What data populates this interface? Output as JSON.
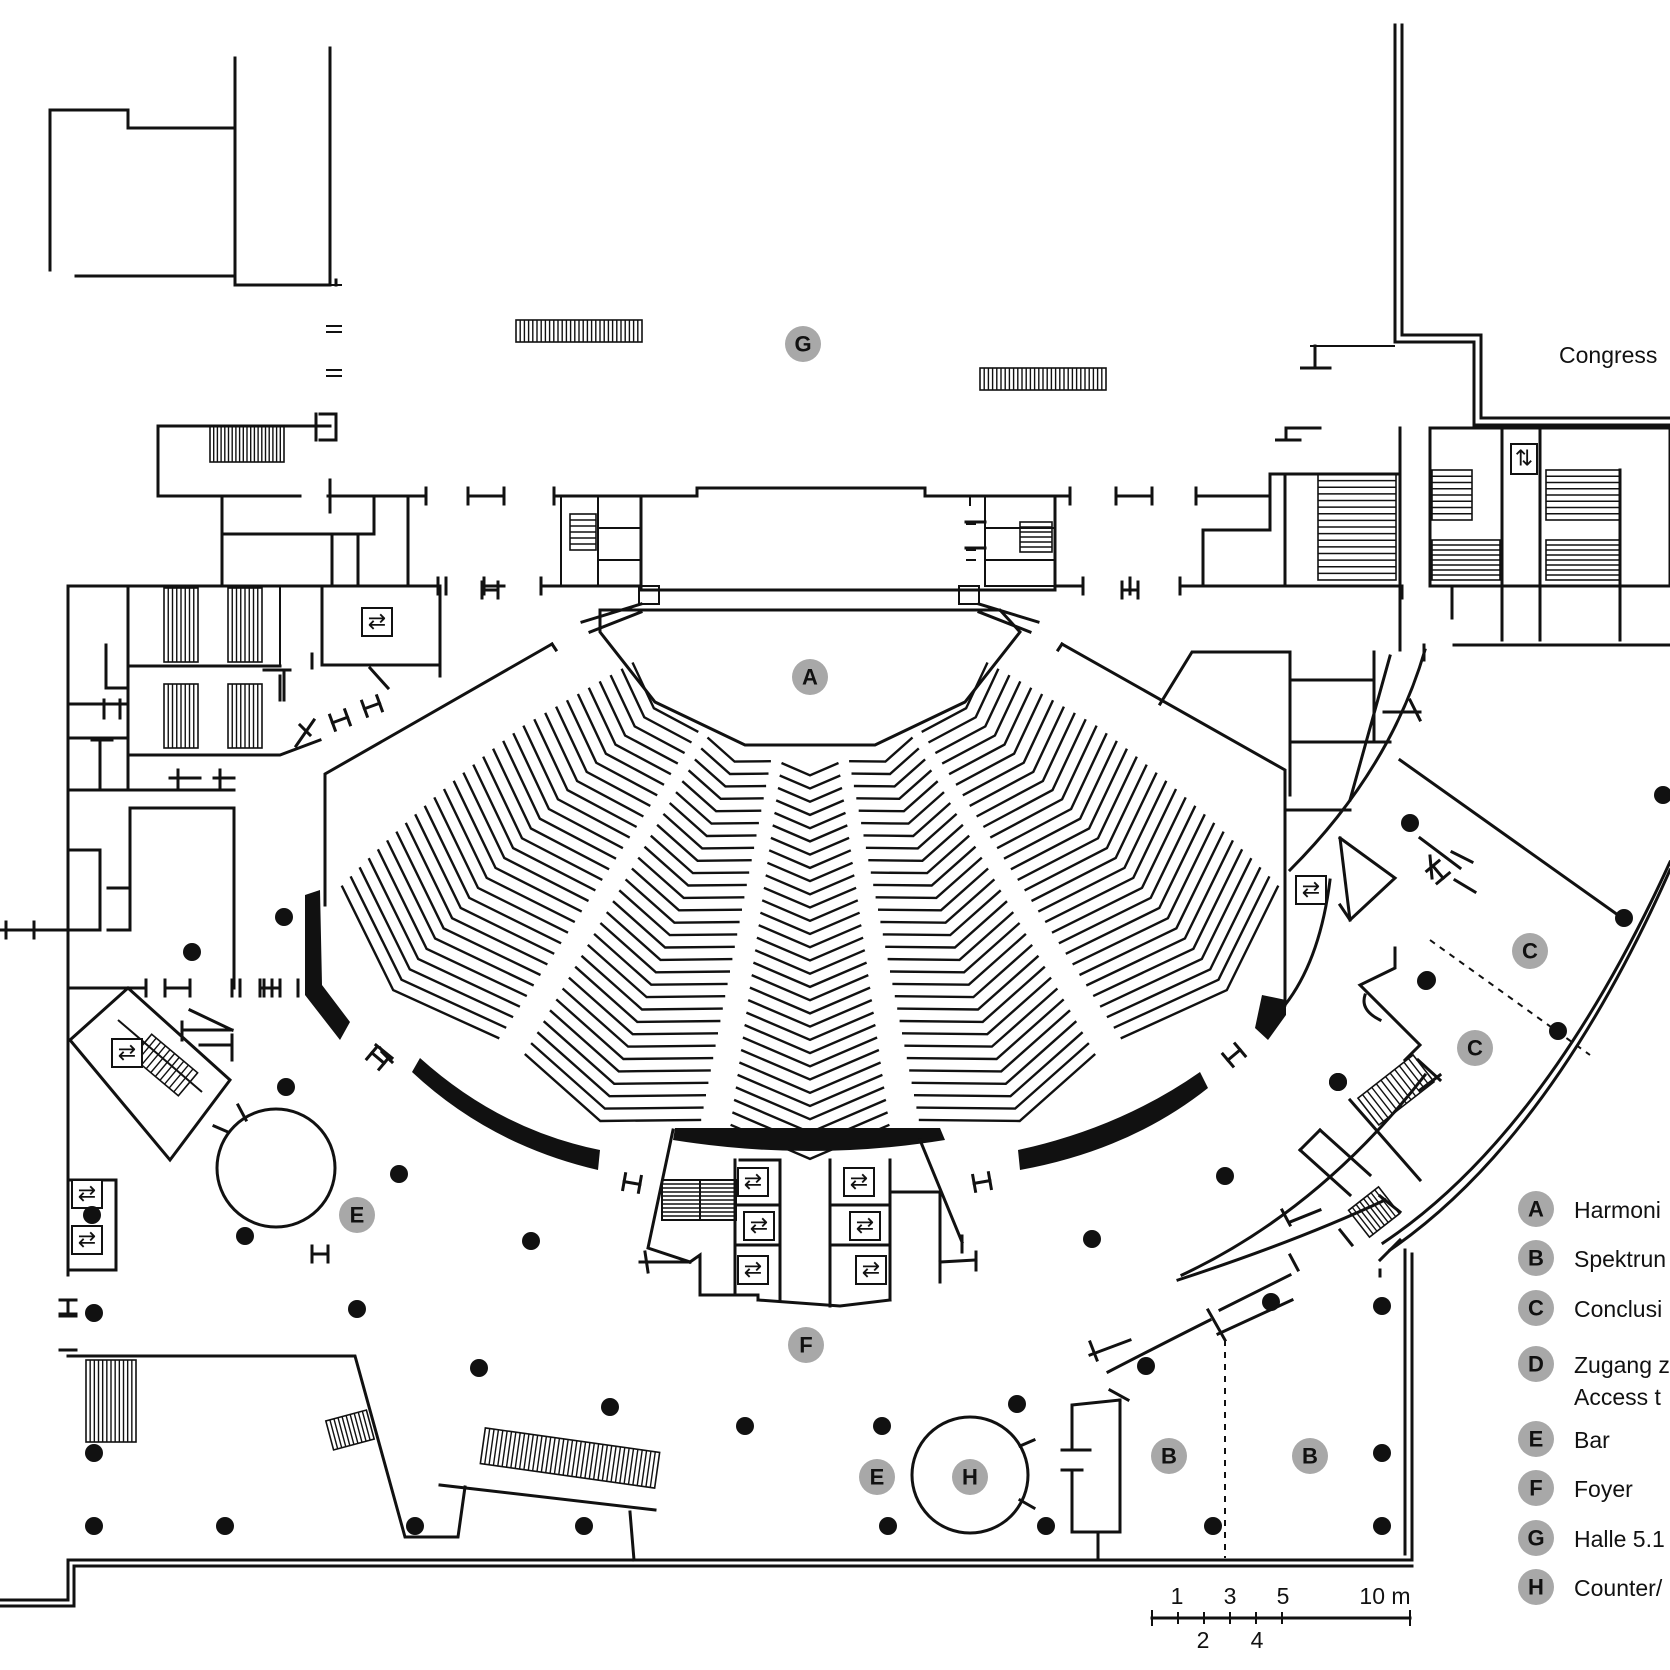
{
  "diagram": {
    "congress_label": "Congress",
    "zones": {
      "A": "A",
      "B": "B",
      "C": "C",
      "E": "E",
      "F": "F",
      "G": "G",
      "H": "H"
    },
    "legend": [
      {
        "key": "A",
        "label": "Harmoni"
      },
      {
        "key": "B",
        "label": "Spektrun"
      },
      {
        "key": "C",
        "label": "Conclusi"
      },
      {
        "key": "D",
        "label": "Zugang z",
        "label2": "Access t"
      },
      {
        "key": "E",
        "label": "Bar"
      },
      {
        "key": "F",
        "label": "Foyer"
      },
      {
        "key": "G",
        "label": "Halle 5.1"
      },
      {
        "key": "H",
        "label": "Counter/"
      }
    ],
    "scale": {
      "top_labels": [
        "1",
        "3",
        "5",
        "10 m"
      ],
      "bottom_labels": [
        "2",
        "4"
      ]
    },
    "icons": {
      "escalator": "escalator-icon",
      "elevator": "elevator-icon"
    }
  }
}
